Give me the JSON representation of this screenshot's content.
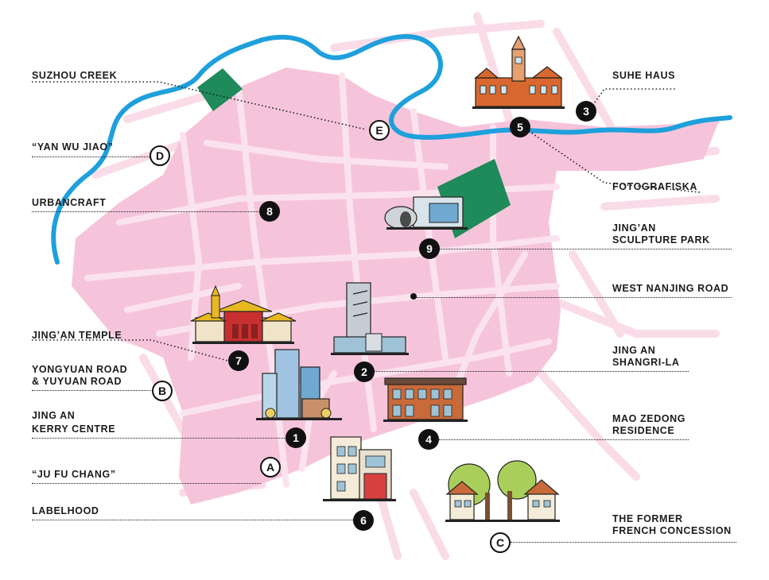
{
  "labels": {
    "suzhou_creek": "SUZHOU CREEK",
    "yan_wu_jiao": "“YAN WU JIAO”",
    "urbancraft": "URBANCRAFT",
    "jingan_temple": "JING’AN TEMPLE",
    "yongyuan_line1": "YONGYUAN ROAD",
    "yongyuan_line2": "& YUYUAN ROAD",
    "kerry_line1": "JING AN",
    "kerry_line2": "KERRY CENTRE",
    "ju_fu_chang": "“JU FU CHANG”",
    "labelhood": "LABELHOOD",
    "suhe_haus": "SUHE HAUS",
    "fotografiska": "FOTOGRAFISKA",
    "sculpture_line1": "JING’AN",
    "sculpture_line2": "SCULPTURE PARK",
    "west_nanjing": "WEST NANJING ROAD",
    "shangrila_line1": "JING AN",
    "shangrila_line2": "SHANGRI-LA",
    "mao_line1": "MAO ZEDONG",
    "mao_line2": "RESIDENCE",
    "ffc_line1": "THE FORMER",
    "ffc_line2": "FRENCH CONCESSION"
  },
  "pins": {
    "p1": "1",
    "p2": "2",
    "p3": "3",
    "p4": "4",
    "p5": "5",
    "p6": "6",
    "p7": "7",
    "p8": "8",
    "p9": "9",
    "pA": "A",
    "pB": "B",
    "pC": "C",
    "pD": "D",
    "pE": "E"
  },
  "colors": {
    "district": "#f6c4da",
    "streets": "#fbe3ee",
    "river": "#1ea0dc",
    "park": "#1f8a5a",
    "ink": "#1b1b1b"
  }
}
